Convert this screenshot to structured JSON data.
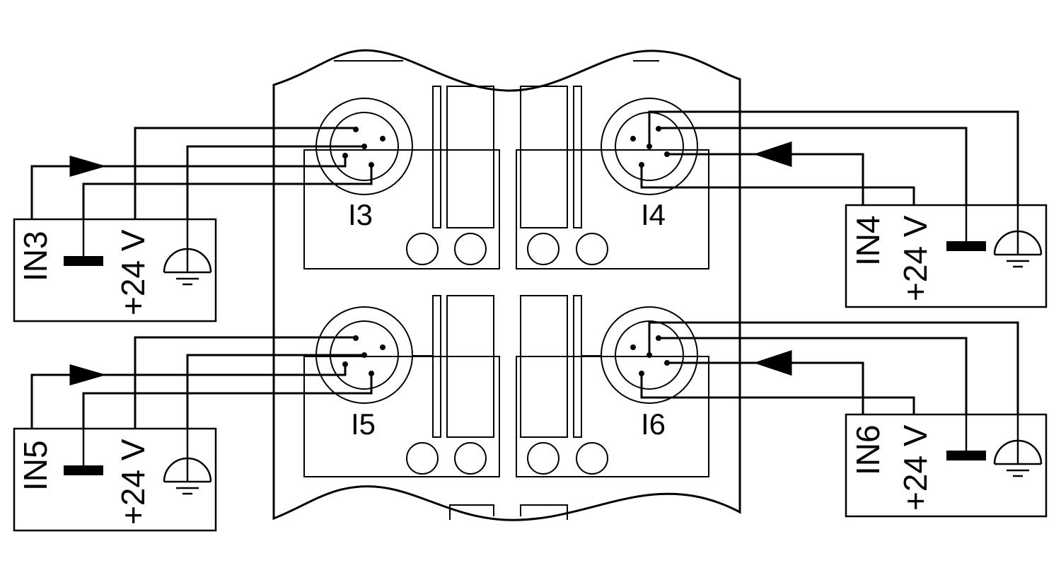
{
  "ports": [
    {
      "id": "I3",
      "label": "I3"
    },
    {
      "id": "I4",
      "label": "I4"
    },
    {
      "id": "I5",
      "label": "I5"
    },
    {
      "id": "I6",
      "label": "I6"
    }
  ],
  "sensors": [
    {
      "id": "IN3",
      "signal": "IN3",
      "supply": "+24 V"
    },
    {
      "id": "IN4",
      "signal": "IN4",
      "supply": "+24 V"
    },
    {
      "id": "IN5",
      "signal": "IN5",
      "supply": "+24 V"
    },
    {
      "id": "IN6",
      "signal": "IN6",
      "supply": "+24 V"
    }
  ]
}
